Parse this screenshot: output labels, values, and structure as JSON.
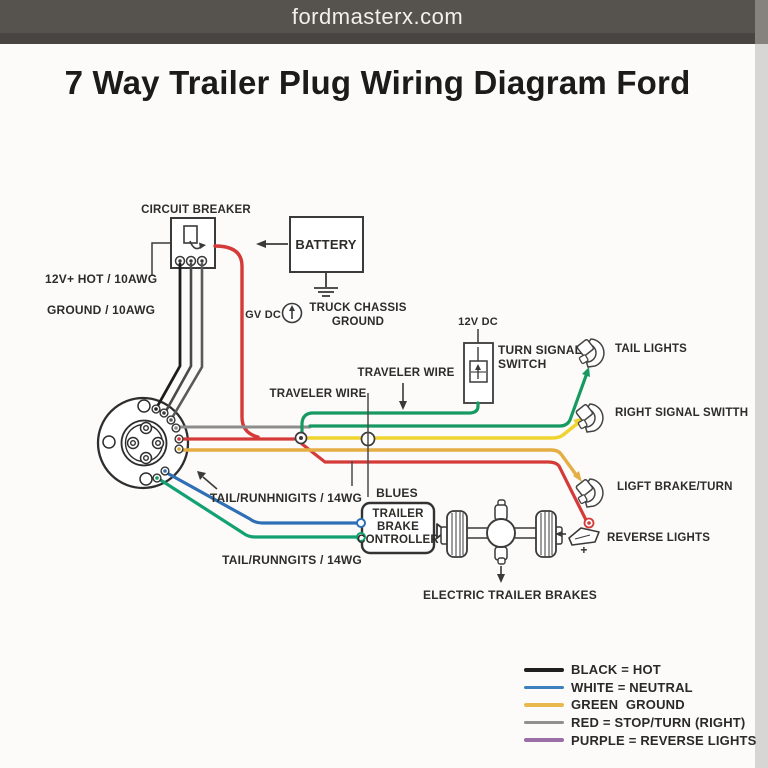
{
  "header": {
    "site": "fordmasterx.com"
  },
  "title": "7 Way Trailer Plug Wiring Diagram Ford",
  "labels": {
    "circuit_breaker": "CIRCUIT BREAKER",
    "hot": "12V+ HOT / 10AWG",
    "ground": "GROUND / 10AWG",
    "battery": "BATTERY",
    "truck_chassis_1": "TRUCK CHASSIS",
    "truck_chassis_2": "GROUND",
    "gv_dc": "GV DC",
    "v12_dc": "12V DC",
    "turn_signal_1": "TURN SIGNAL",
    "turn_signal_2": "SWITCH",
    "traveler_1": "TRAVELER WIRE",
    "traveler_2": "TRAVELER WIRE",
    "tail_lights": "TAIL LIGHTS",
    "right_signal": "RIGHT SIGNAL SWITTH",
    "left_brake": "LIGFT BRAKE/TURN",
    "reverse_lights": "REVERSE LIGHTS",
    "reverse_plus": "+",
    "tail_running_1": "TAIL/RUNHNIGITS / 14WG",
    "tail_running_2": "TAIL/RUNNGITS / 14WG",
    "blues": "BLUES",
    "controller_1": "TRAILER",
    "controller_2": "BRAKE",
    "controller_3": "CONTROLLER",
    "electric_brakes": "ELECTRIC TRAILER BRAKES"
  },
  "legend": {
    "items": [
      {
        "label": "BLACK = HOT",
        "color": "#1f1f1f"
      },
      {
        "label": "WHITE = NEUTRAL",
        "color": "#3f7fbe"
      },
      {
        "label": "GREEN  GROUND",
        "color": "#e9b94d"
      },
      {
        "label": "RED = STOP/TURN (RIGHT)",
        "color": "#909090"
      },
      {
        "label": "PURPLE = REVERSE LIGHTS",
        "color": "#9a6fa8"
      }
    ]
  },
  "wire_colors": {
    "hot_black": "#1c1c1c",
    "gray": "#8c8c8c",
    "red": "#d43a38",
    "yellow": "#efd32e",
    "amber": "#e5ae44",
    "green": "#169a62",
    "teal_green": "#13a173",
    "blue": "#2e6fb5"
  }
}
